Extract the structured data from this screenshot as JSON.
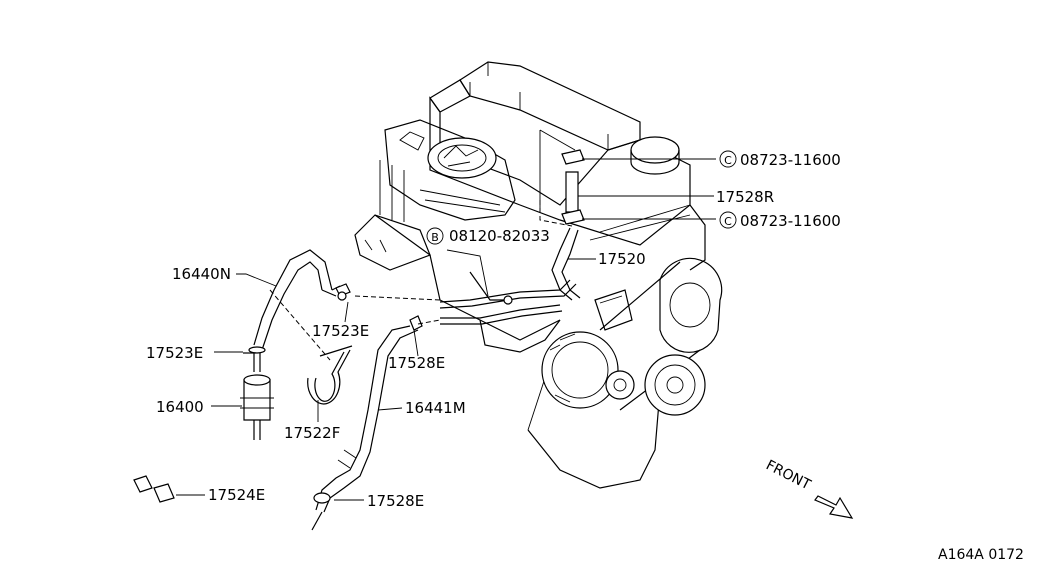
{
  "parts": {
    "p16440N": "16440N",
    "p17523E_a": "17523E",
    "p17523E_b": "17523E",
    "p16400": "16400",
    "p17522F": "17522F",
    "p17524E": "17524E",
    "p17528E_a": "17528E",
    "p16441M": "16441M",
    "p17528E_b": "17528E",
    "p08120": "08120-82033",
    "p08723_a": "08723-11600",
    "p17528R": "17528R",
    "p08723_b": "08723-11600",
    "p17520": "17520"
  },
  "symbols": {
    "b": "B",
    "c1": "C",
    "c2": "C"
  },
  "front_label": "FRONT",
  "figure_code": "A164A 0172"
}
